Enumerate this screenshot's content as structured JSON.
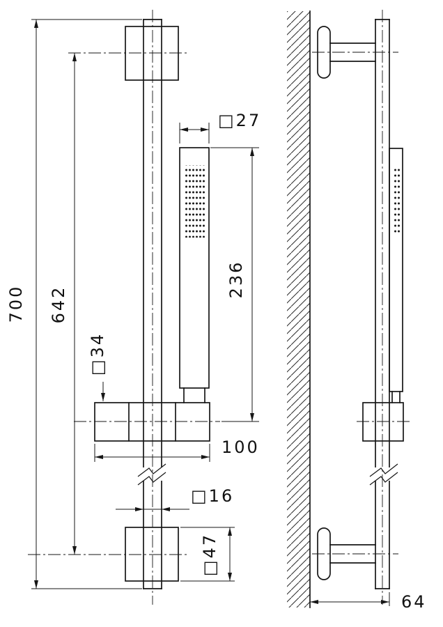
{
  "drawing": {
    "dimensions": {
      "overall_height": "700",
      "bracket_spacing": "642",
      "handshower_length": "236",
      "handshower_square": "□27",
      "slider_square": "□34",
      "slider_width": "100",
      "rail_square": "□16",
      "bracket_square": "□47",
      "wall_distance": "64"
    }
  }
}
